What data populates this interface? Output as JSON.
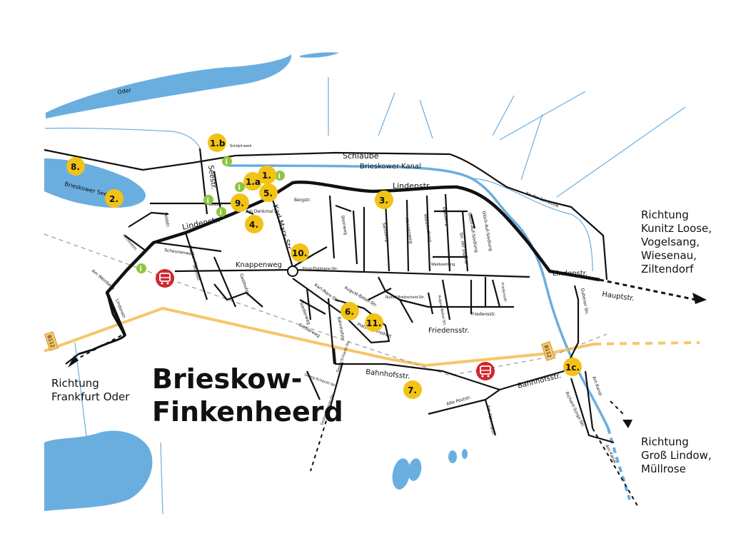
{
  "title": [
    "Brieskow-",
    "Finkenheerd"
  ],
  "directions": {
    "east": [
      "Richtung",
      "Kunitz Loose,",
      "Vogelsang,",
      "Wiesenau,",
      "Ziltendorf"
    ],
    "west": [
      "Richtung",
      "Frankfurt Oder"
    ],
    "south": [
      "Richtung",
      "Groß Lindow,",
      "Müllrose"
    ]
  },
  "water": {
    "oder": "Oder",
    "see": "Brieskower See",
    "schlaube": "Schlaube",
    "kanal": "Brieskower-Kanal"
  },
  "streets": {
    "lindenstr_main": "Lindenstr.",
    "lindenstr_west": "Lindenstr.",
    "lindenstr_east": "Lindenstr.",
    "hauptstr": "Hauptstr.",
    "seestr": "Seestr.",
    "karl_marx": "Karl-Marx-Str.",
    "karl_marx_south": "Karl-Marx-Str.",
    "knappenweg": "Knappenweg",
    "bergstr": "Bergstr.",
    "am_denkmal": "Am Denkmal",
    "scheunenweg": "Scheunenweg",
    "muehlenstr": "Mühlenstr.",
    "muehlstr": "Mühlstr.",
    "gasthof": "Gasthofstr.",
    "feldstr": "Feldstr.",
    "seestr2": "Seestr.",
    "schoepfwerk": "Schöpf-werk",
    "kirchhof": "Kirchhofstr.",
    "am_weinberg": "Am Weinberg",
    "lindenstr_sw": "Lindenstr.",
    "ernst": "Ernst-Thälmann-Str.",
    "august_bebel": "August-Bebel-Str.",
    "siedlerweg": "Siedlerweg",
    "siedlerweg2": "Siedlerweg",
    "bahnhofstr_v": "Bahnhofstr.",
    "platz_freiheit": "Platz der Freiheit",
    "fiedler": "Friedensstr.",
    "friedensstr": "Friedensstr.",
    "friedensstr2": "Friedensstr.",
    "stelweg": "Steinweg",
    "sandweg": "Sandweg",
    "akazienweg": "Akazienweg",
    "waldsiedlung": "Waldsiedlung",
    "waldsiedlung2": "Waldsiedlung",
    "waldweg": "Waldweg",
    "str_jugend": "Str. der Jugend",
    "glueck_auf": "Glück-Auf-Siedlung",
    "glueck_auf2": "Glück-Auf-Siedlung",
    "am_der_schlaube": "An der Schlaube",
    "gubener": "Gubener Str.",
    "am_kanal": "Am Kanal",
    "bahnhofstr_west": "Bahnhofsstr.",
    "bahnhofstr_east": "Bahnhofsstr.",
    "georg_schacht": "Georg-Schacht-Str.",
    "georg_schacht2": "Georg-Schacht-Str.",
    "alte_poststr": "Alte Poststr.",
    "am_fahrmann": "Am Fährmann",
    "richard": "Richard-Sorge-Str.",
    "b112_w": "B112",
    "b112_e": "B112",
    "marx_2": "Rudolf-Breitscheid-Str.",
    "bebel2": "August-Bebel-Str.",
    "am_kanal2": "Am Kanal"
  },
  "markers": [
    {
      "id": "1",
      "label": "1."
    },
    {
      "id": "1a",
      "label": "1.a"
    },
    {
      "id": "1b",
      "label": "1.b"
    },
    {
      "id": "1c",
      "label": "1c."
    },
    {
      "id": "2",
      "label": "2."
    },
    {
      "id": "3",
      "label": "3."
    },
    {
      "id": "4",
      "label": "4."
    },
    {
      "id": "5",
      "label": "5."
    },
    {
      "id": "6",
      "label": "6."
    },
    {
      "id": "7",
      "label": "7."
    },
    {
      "id": "8",
      "label": "8."
    },
    {
      "id": "9",
      "label": "9."
    },
    {
      "id": "10",
      "label": "10."
    },
    {
      "id": "11",
      "label": "11."
    }
  ],
  "info_label": "i",
  "colors": {
    "water": "#6aaee0",
    "road_main": "#111111",
    "b112": "#f7c66a",
    "marker": "#f2c315",
    "info": "#8cc63f",
    "bus": "#d0282e"
  }
}
